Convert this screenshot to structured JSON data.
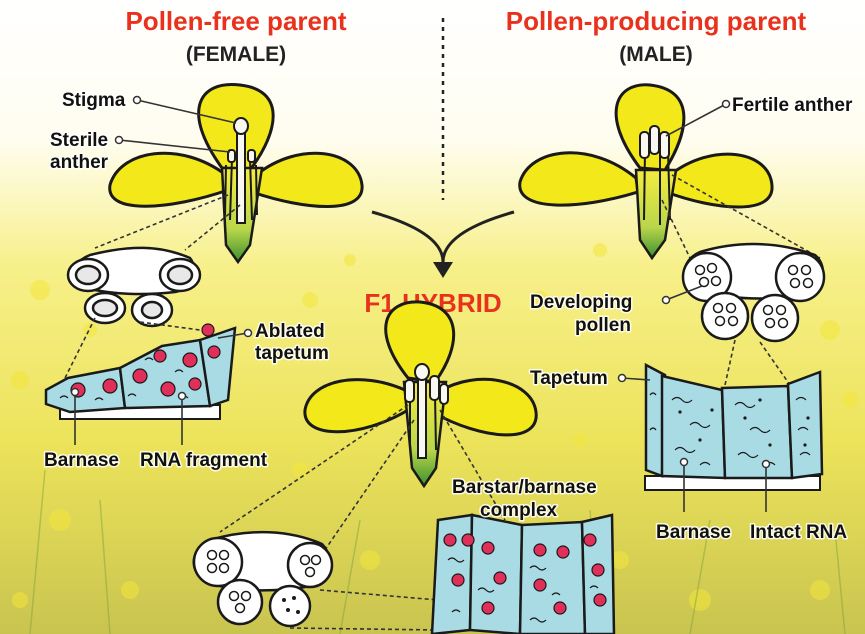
{
  "header": {
    "female_title": "Pollen-free parent",
    "female_subtitle": "(FEMALE)",
    "male_title": "Pollen-producing parent",
    "male_subtitle": "(MALE)",
    "hybrid_title": "F1 HYBRID"
  },
  "labels": {
    "stigma": "Stigma",
    "sterile_anther_1": "Sterile",
    "sterile_anther_2": "anther",
    "ablated_tapetum_1": "Ablated",
    "ablated_tapetum_2": "tapetum",
    "barnase_female": "Barnase",
    "rna_fragment": "RNA fragment",
    "fertile_anther": "Fertile anther",
    "developing_pollen_1": "Developing",
    "developing_pollen_2": "pollen",
    "tapetum": "Tapetum",
    "barnase_male": "Barnase",
    "intact_rna": "Intact RNA",
    "barstar_1": "Barstar/barnase",
    "barstar_2": "complex"
  },
  "colors": {
    "title_red": "#e8321e",
    "petal_yellow": "#f2e81a",
    "cell_blue": "#a8dbe4",
    "fragment_pink": "#e0305a",
    "field_yellow": "#f4ec7a"
  }
}
